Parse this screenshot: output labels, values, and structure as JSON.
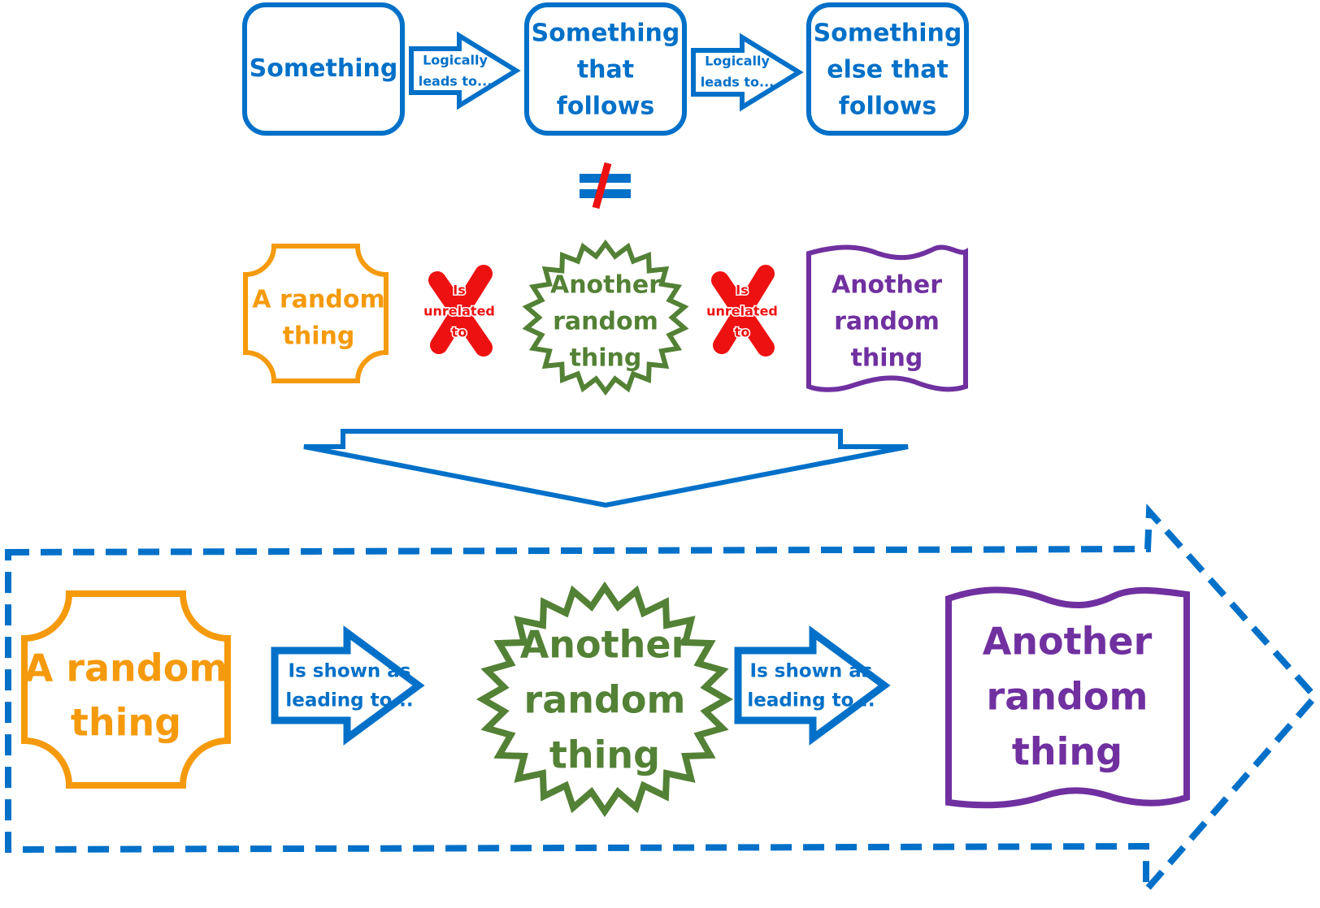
{
  "colors": {
    "blue": "#0070C8",
    "orange": "#F59A0C",
    "green": "#538135",
    "purple": "#7030A0",
    "red": "#EE1111"
  },
  "top_row": {
    "box1": {
      "lines": [
        "Something"
      ]
    },
    "arrow1": {
      "lines": [
        "Logically",
        "leads to..."
      ]
    },
    "box2": {
      "lines": [
        "Something",
        "that",
        "follows"
      ]
    },
    "arrow2": {
      "lines": [
        "Logically",
        "leads to..."
      ]
    },
    "box3": {
      "lines": [
        "Something",
        "else that",
        "follows"
      ]
    }
  },
  "not_equal_icon": "not-equal-sign",
  "middle_row": {
    "shape1": {
      "lines": [
        "A random",
        "thing"
      ]
    },
    "cross1": {
      "lines": [
        "Is",
        "unrelated",
        "to"
      ]
    },
    "shape2": {
      "lines": [
        "Another",
        "random",
        "thing"
      ]
    },
    "cross2": {
      "lines": [
        "Is",
        "unrelated",
        "to"
      ]
    },
    "shape3": {
      "lines": [
        "Another",
        "random",
        "thing"
      ]
    }
  },
  "bottom_row": {
    "shape1": {
      "lines": [
        "A random",
        "thing"
      ]
    },
    "arrow1": {
      "lines": [
        "Is shown as",
        "leading to..."
      ]
    },
    "shape2": {
      "lines": [
        "Another",
        "random",
        "thing"
      ]
    },
    "arrow2": {
      "lines": [
        "Is shown as",
        "leading to..."
      ]
    },
    "shape3": {
      "lines": [
        "Another",
        "random",
        "thing"
      ]
    }
  }
}
